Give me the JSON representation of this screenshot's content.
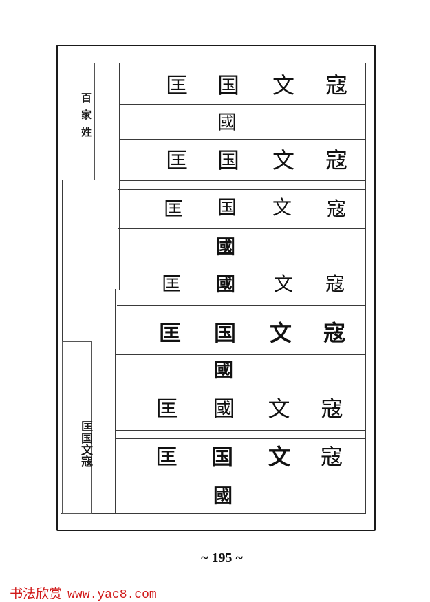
{
  "page": {
    "background": "#ffffff",
    "ink_color": "#111111",
    "page_number": "~ 195 ~"
  },
  "labels": {
    "top": "百家姓",
    "bottom": "匡国文寇"
  },
  "columns": [
    "匡",
    "国",
    "文",
    "寇"
  ],
  "rows": [
    {
      "type": "full",
      "style": "kai",
      "chars": [
        "匡",
        "国",
        "文",
        "寇"
      ]
    },
    {
      "type": "variant",
      "style": "kai",
      "chars": [
        "",
        "國",
        "",
        ""
      ]
    },
    {
      "type": "full",
      "style": "kai",
      "chars": [
        "匡",
        "国",
        "文",
        "寇"
      ]
    },
    {
      "type": "full",
      "style": "xing",
      "chars": [
        "匡",
        "国",
        "文",
        "寇"
      ]
    },
    {
      "type": "variant",
      "style": "xing",
      "chars": [
        "",
        "國",
        "",
        ""
      ]
    },
    {
      "type": "full",
      "style": "cao",
      "chars": [
        "匡",
        "國",
        "文",
        "寇"
      ]
    },
    {
      "type": "full",
      "style": "li",
      "chars": [
        "匡",
        "国",
        "文",
        "寇"
      ]
    },
    {
      "type": "variant",
      "style": "li",
      "chars": [
        "",
        "國",
        "",
        ""
      ]
    },
    {
      "type": "full",
      "style": "zhuan",
      "chars": [
        "匡",
        "國",
        "文",
        "寇"
      ]
    },
    {
      "type": "full",
      "style": "wei",
      "chars": [
        "匡",
        "国",
        "文",
        "寇"
      ]
    },
    {
      "type": "variant",
      "style": "wei",
      "chars": [
        "",
        "國",
        "",
        ""
      ]
    }
  ],
  "watermark": {
    "site_name": "书法欣赏",
    "url": "www.yac8.com",
    "color": "#d11a1a"
  }
}
